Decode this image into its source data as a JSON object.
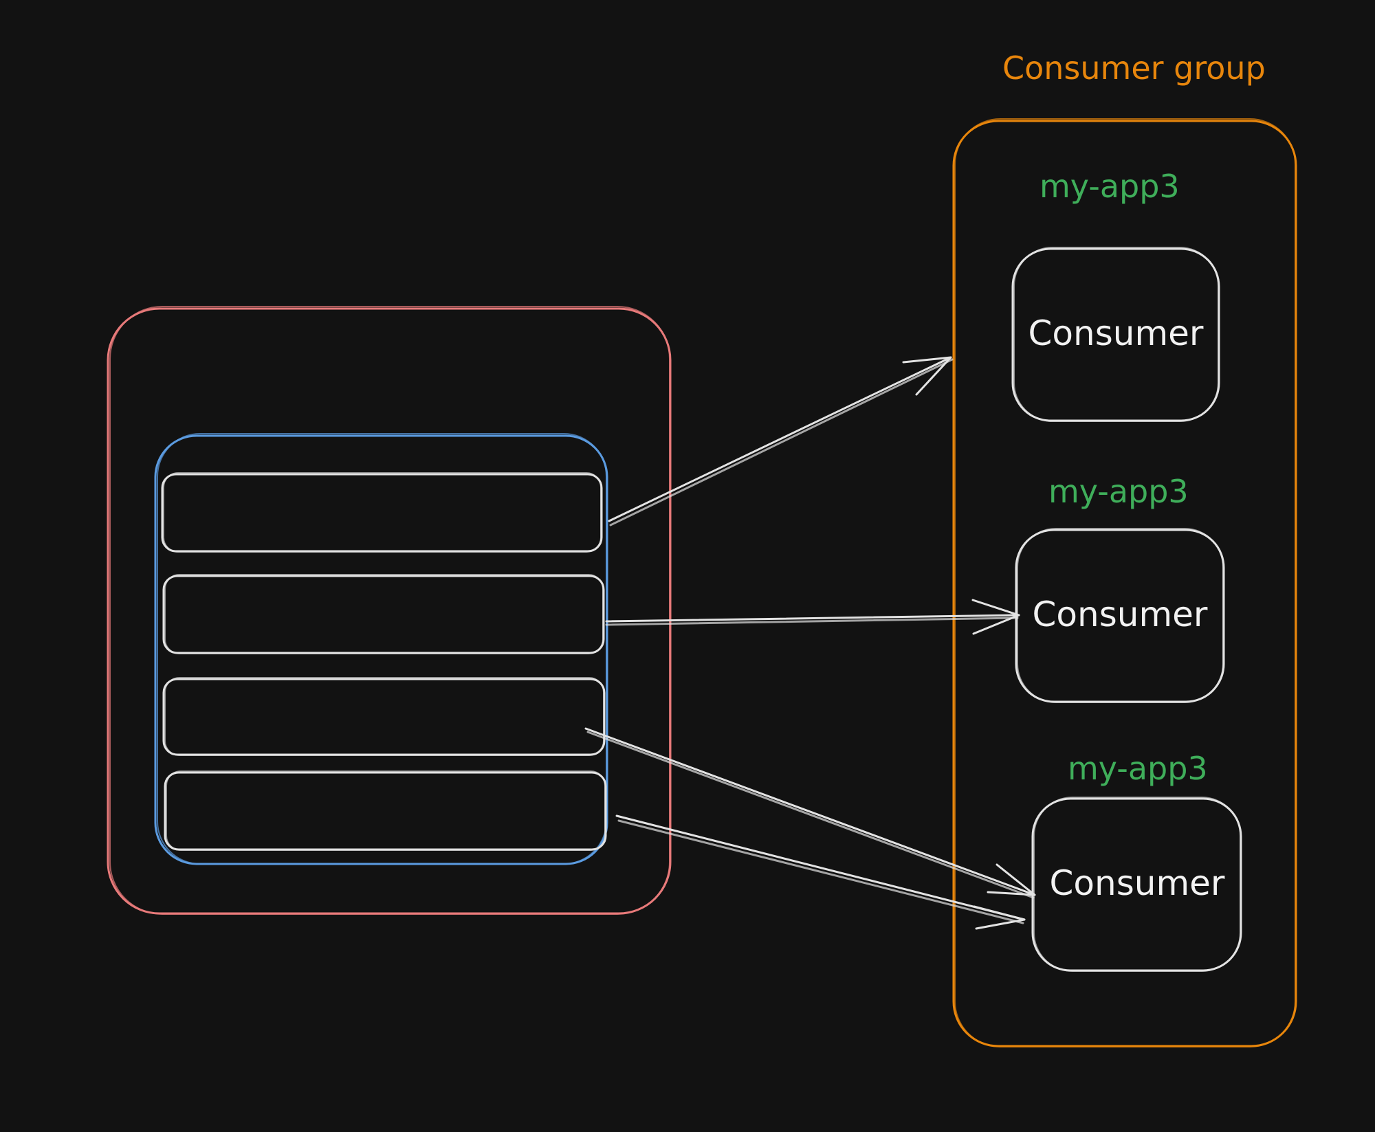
{
  "diagram": {
    "group_title": "Consumer group",
    "consumers": [
      {
        "app_label": "my-app3",
        "box_label": "Consumer"
      },
      {
        "app_label": "my-app3",
        "box_label": "Consumer"
      },
      {
        "app_label": "my-app3",
        "box_label": "Consumer"
      }
    ]
  },
  "colors": {
    "background": "#121212",
    "group_accent": "#e8860c",
    "app_label": "#3fae5a",
    "topic_outline": "#e87a7a",
    "partition_container": "#5b9be0",
    "stroke_light": "#e3e3e3",
    "consumer_text": "#f2f2f2"
  }
}
